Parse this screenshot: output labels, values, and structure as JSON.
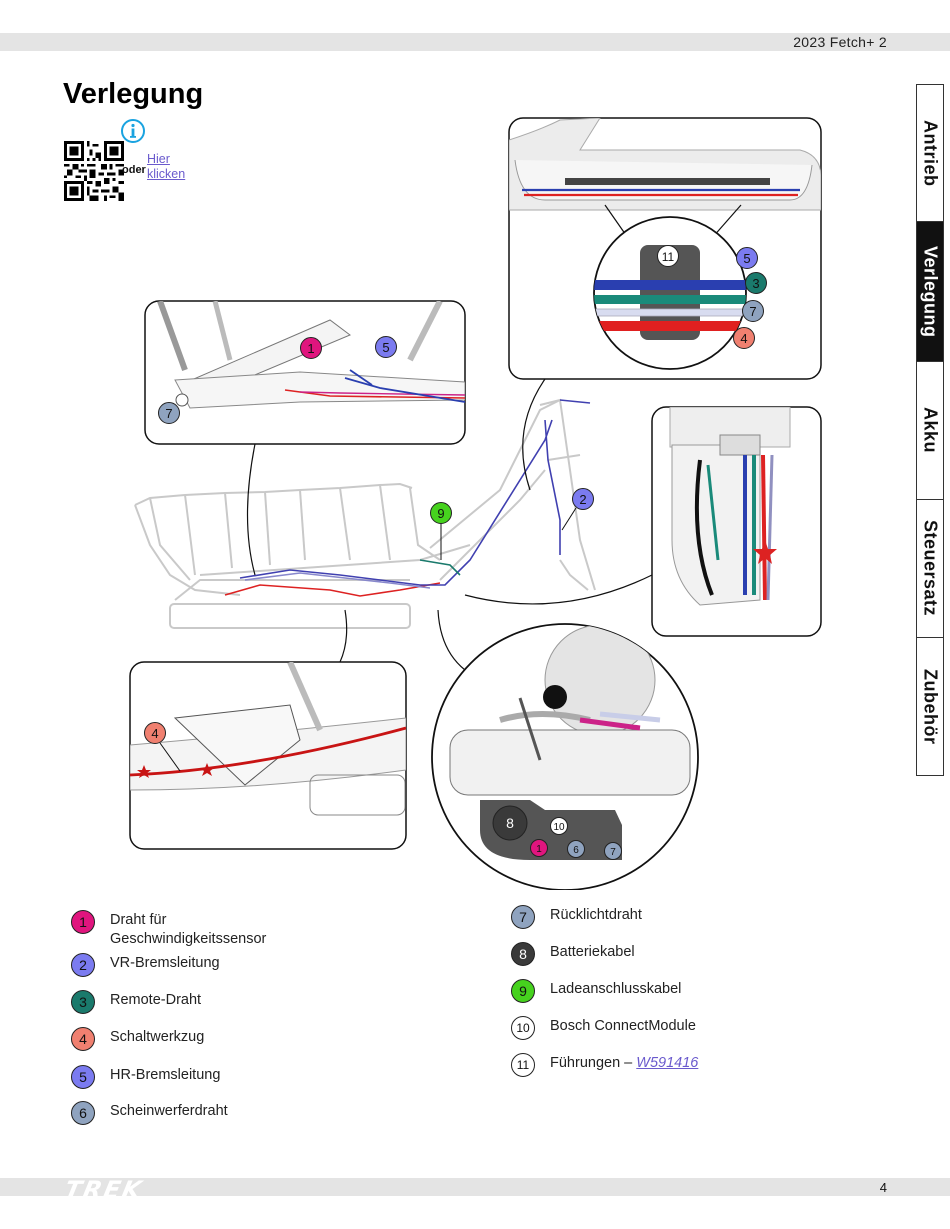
{
  "header": {
    "doc_title": "2023 Fetch+ 2"
  },
  "page": {
    "heading": "Verlegung",
    "or_label": "oder",
    "here_link": "Hier klicken",
    "number": "4"
  },
  "brand": {
    "name": "TREK"
  },
  "side_tabs": [
    {
      "label": "Antrieb",
      "active": false
    },
    {
      "label": "Verlegung",
      "active": true
    },
    {
      "label": "Akku",
      "active": false
    },
    {
      "label": "Steuersatz",
      "active": false
    },
    {
      "label": "Zubehör",
      "active": false
    }
  ],
  "callouts": [
    "1",
    "2",
    "3",
    "4",
    "5",
    "6",
    "7",
    "8",
    "9",
    "10",
    "11"
  ],
  "legend": [
    {
      "num": "1",
      "label": "Draht für Geschwindigkeitssensor",
      "color": "#e0157e"
    },
    {
      "num": "2",
      "label": "VR-Bremsleitung",
      "color": "#7b7bf0"
    },
    {
      "num": "3",
      "label": "Remote-Draht",
      "color": "#1a7a6c"
    },
    {
      "num": "4",
      "label": "Schaltwerkzug",
      "color": "#f08070"
    },
    {
      "num": "5",
      "label": "HR-Bremsleitung",
      "color": "#7b7bf0"
    },
    {
      "num": "6",
      "label": "Scheinwerferdraht",
      "color": "#8fa3bf"
    },
    {
      "num": "7",
      "label": "Rücklichtdraht",
      "color": "#8fa3bf"
    },
    {
      "num": "8",
      "label": "Batteriekabel",
      "color": "#3a3a3a"
    },
    {
      "num": "9",
      "label": "Ladeanschlusskabel",
      "color": "#46d21e"
    },
    {
      "num": "10",
      "label": "Bosch ConnectModule",
      "color": "#ffffff"
    },
    {
      "num": "11",
      "label": "Führungen – ",
      "link": "W591416",
      "color": "#ffffff"
    }
  ],
  "icons": {
    "info": "info-icon",
    "qr": "qr-code"
  }
}
